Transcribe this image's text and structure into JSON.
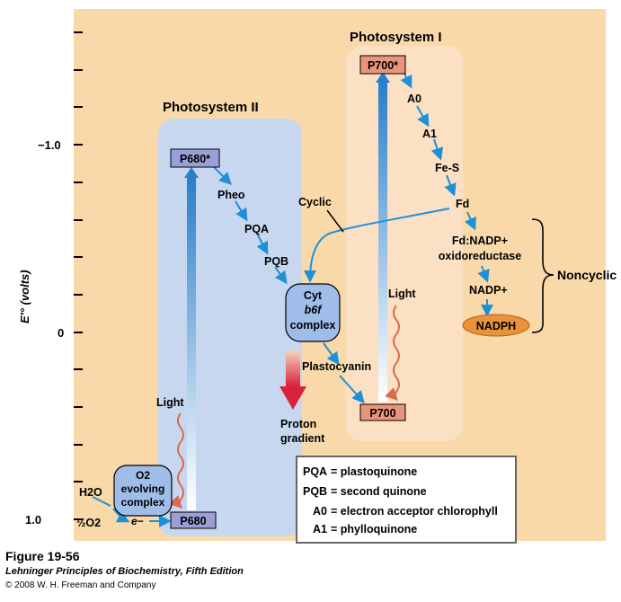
{
  "figure": {
    "number": "Figure 19-56",
    "book": "Lehninger Principles of Biochemistry, Fifth Edition",
    "copyright": "© 2008 W. H. Freeman and Company"
  },
  "axis": {
    "label": "E′° (volts)",
    "tick_labels": [
      "−1.0",
      "0",
      "1.0"
    ]
  },
  "photosystem_ii": {
    "title": "Photosystem II",
    "p680_star": "P680*",
    "p680": "P680",
    "pheo": "Pheo",
    "pqa": "PQA",
    "pqb": "PQB",
    "light": "Light"
  },
  "o2_complex": {
    "line1": "O2",
    "line2": "evolving",
    "line3": "complex",
    "h2o": "H2O",
    "half_o2": "½O2",
    "electron": "e−"
  },
  "cytochrome": {
    "line1": "Cyt",
    "line2": "b6f",
    "line3": "complex",
    "plastocyanin": "Plastocyanin",
    "proton1": "Proton",
    "proton2": "gradient",
    "cyclic": "Cyclic"
  },
  "photosystem_i": {
    "title": "Photosystem I",
    "p700_star": "P700*",
    "p700": "P700",
    "a0": "A0",
    "a1": "A1",
    "fes": "Fe-S",
    "fd": "Fd",
    "fdnadp1": "Fd:NADP+",
    "fdnadp2": "oxidoreductase",
    "nadp": "NADP+",
    "nadph": "NADPH",
    "light": "Light"
  },
  "noncyclic": "Noncyclic",
  "legend": [
    {
      "term": "PQA",
      "definition": "= plastoquinone"
    },
    {
      "term": "PQB",
      "definition": "= second quinone"
    },
    {
      "term": "A0",
      "definition": "= electron acceptor chlorophyll"
    },
    {
      "term": "A1",
      "definition": "= phylloquinone"
    }
  ],
  "colors": {
    "background": "#f9d9a9",
    "ps2_panel": "#c7d7f0",
    "ps1_panel": "#fbe0c4",
    "ps2_box": "#9b9fd8",
    "ps1_box": "#e9957b",
    "cyt_box": "#9fbde8",
    "nadph": "#e8923c",
    "arrow": "#1e90d6",
    "light_wave": "#d96a4e",
    "proton_arrow": "#d9243a"
  }
}
